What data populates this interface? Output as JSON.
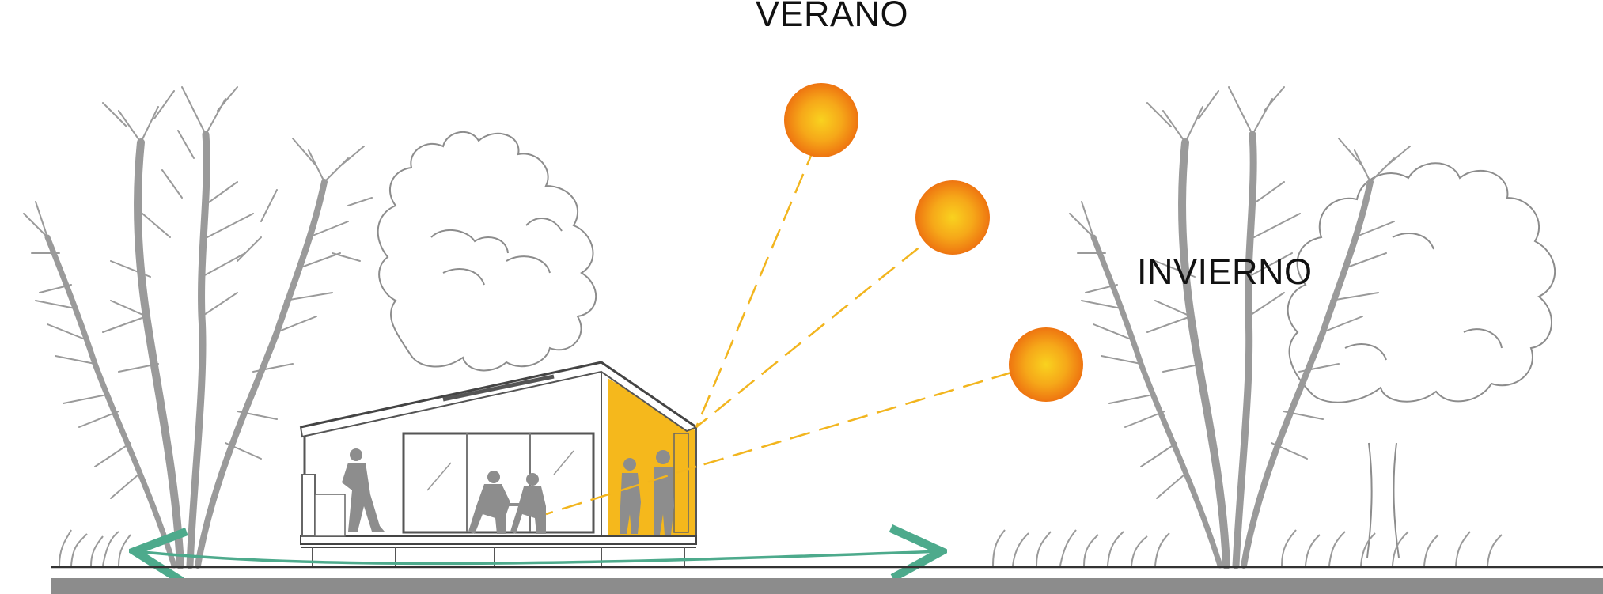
{
  "labels": {
    "summer": "VERANO",
    "winter": "INVIERNO"
  },
  "colors": {
    "sun_core": "#f7c21c",
    "sun_edge": "#f07a12",
    "sun_ray": "#f2b51e",
    "interior_fill": "#f5b81c",
    "branch": "#9a9a9a",
    "outline": "#8a8a8a",
    "silhouette": "#8d8d8d",
    "ventilation_arrow": "#4daa8c",
    "ground": "#8c8c8c"
  },
  "suns": [
    "high-sun",
    "mid-sun",
    "low-sun"
  ]
}
